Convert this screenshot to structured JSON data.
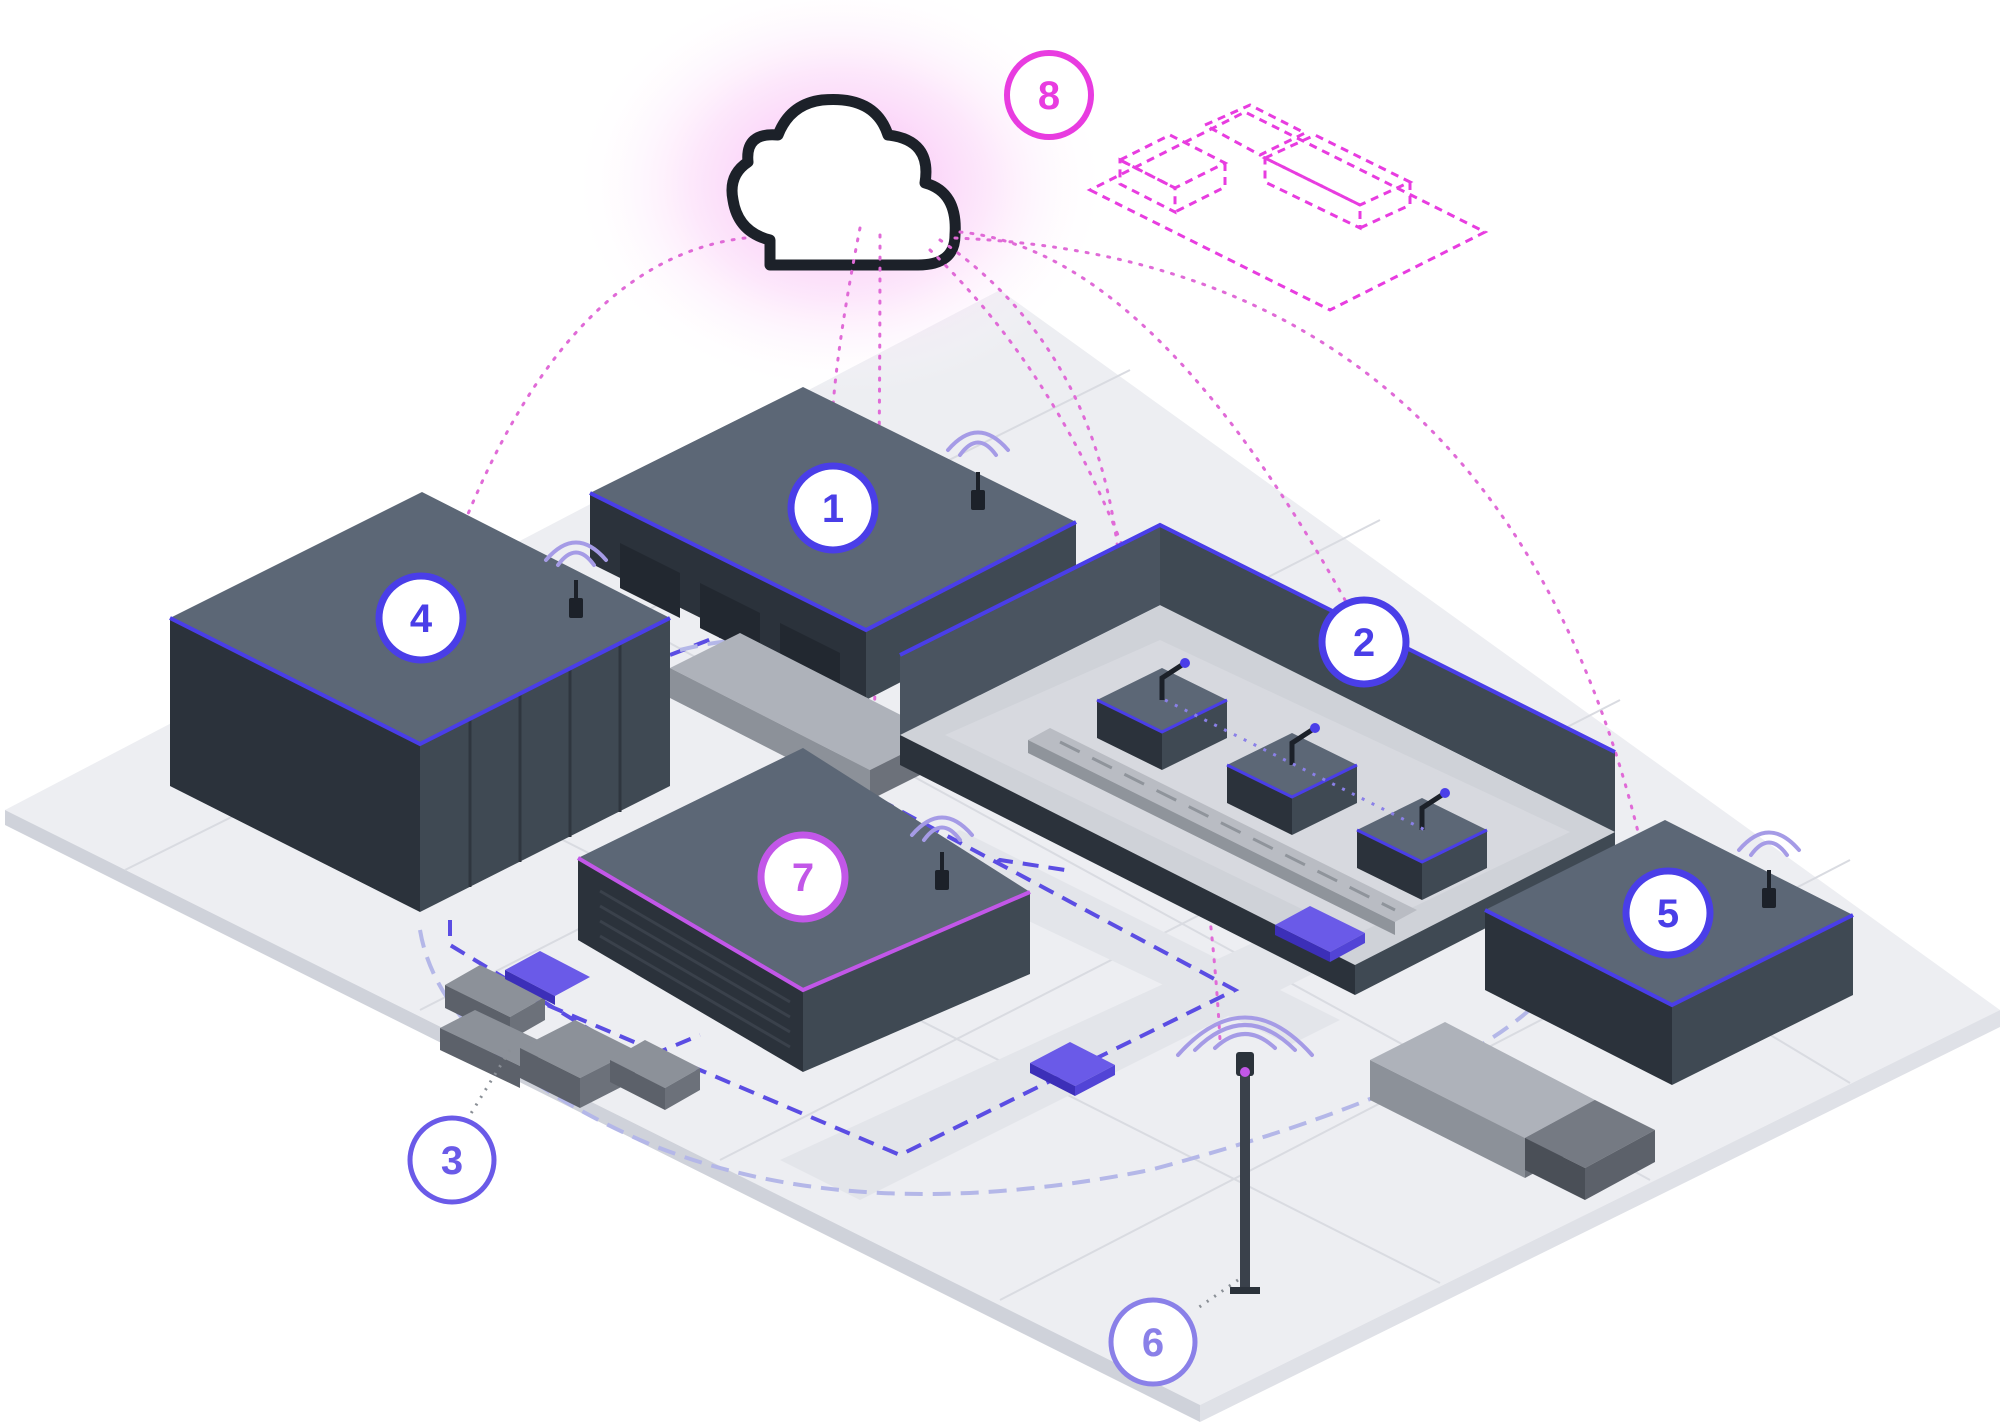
{
  "diagram": {
    "badges": [
      {
        "id": "1",
        "label": "1",
        "style": "blue"
      },
      {
        "id": "2",
        "label": "2",
        "style": "blue"
      },
      {
        "id": "3",
        "label": "3",
        "style": "outline"
      },
      {
        "id": "4",
        "label": "4",
        "style": "blue"
      },
      {
        "id": "5",
        "label": "5",
        "style": "blue"
      },
      {
        "id": "6",
        "label": "6",
        "style": "outline"
      },
      {
        "id": "7",
        "label": "7",
        "style": "pink"
      },
      {
        "id": "8",
        "label": "8",
        "style": "magenta"
      }
    ],
    "icons": [
      "cloud-icon",
      "wifi-icon",
      "antenna-icon",
      "robot-arm-icon",
      "street-light-icon"
    ]
  },
  "colors": {
    "accent_blue": "#4a3ee8",
    "accent_pink": "#c257e8",
    "accent_magenta": "#e83ce0",
    "building_top": "#5c6776",
    "building_left": "#2b323b",
    "building_right": "#3f4953",
    "ground": "#edeef2",
    "wifi": "#a59be6"
  }
}
